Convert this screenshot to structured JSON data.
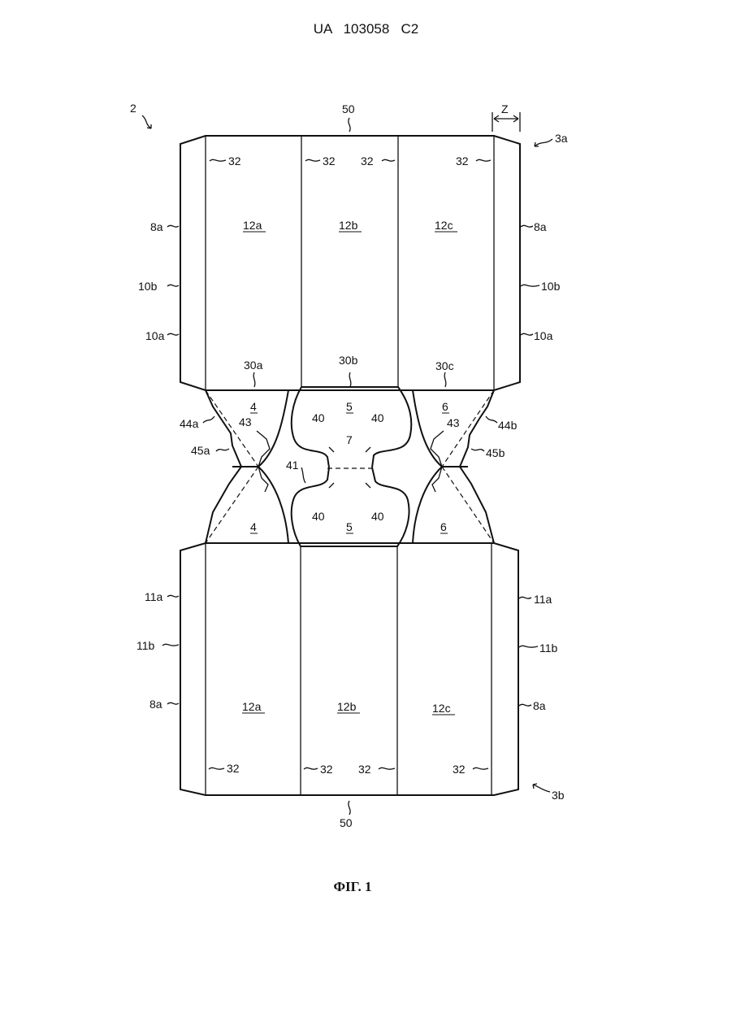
{
  "header": {
    "patent_number": "UA   103058   C2"
  },
  "caption": "ФІГ. 1",
  "labels": {
    "fig_ref": "2",
    "top_edge": "50",
    "bottom_edge": "50",
    "z": "Z",
    "end_top": "3a",
    "end_bottom": "3b",
    "fold_32": "32",
    "panel_a": "12a",
    "panel_b": "12b",
    "panel_c": "12c",
    "side_8a": "8a",
    "side_10b": "10b",
    "side_10a": "10a",
    "side_11a": "11a",
    "side_11b": "11b",
    "line_30a": "30a",
    "line_30b": "30b",
    "line_30c": "30c",
    "flap_4": "4",
    "flap_5": "5",
    "flap_6": "6",
    "cut_40": "40",
    "cut_41": "41",
    "score_7": "7",
    "notch_43": "43",
    "side_44a": "44a",
    "side_44b": "44b",
    "side_45a": "45a",
    "side_45b": "45b"
  }
}
